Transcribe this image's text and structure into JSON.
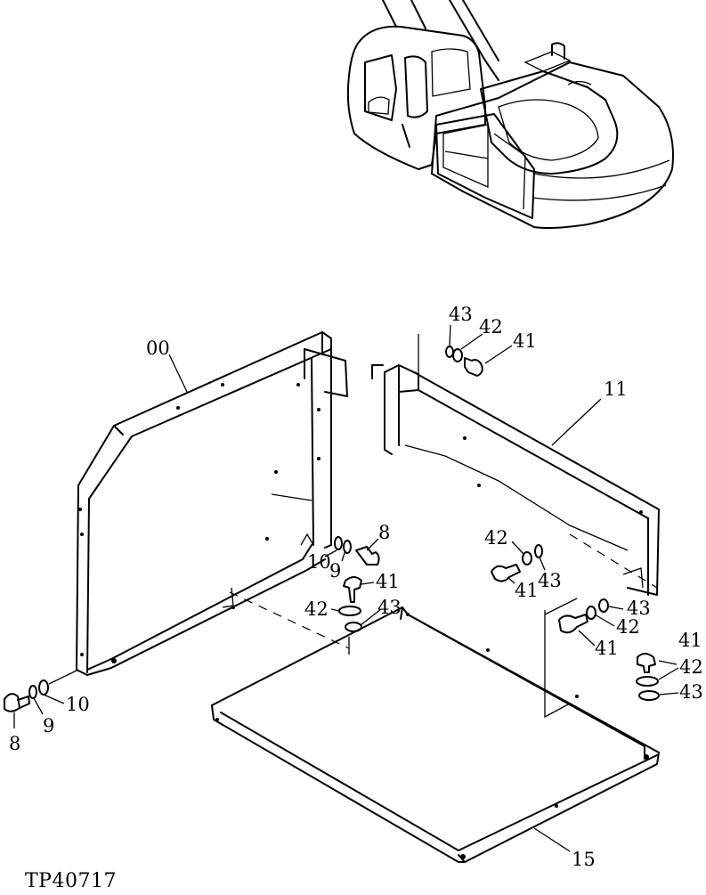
{
  "diagram": {
    "reference_code": "TP40717",
    "callouts": [
      {
        "id": "frame",
        "text": "00"
      },
      {
        "id": "side-panel",
        "text": "11"
      },
      {
        "id": "floor-plate",
        "text": "15"
      },
      {
        "id": "bolt-8-left",
        "text": "8"
      },
      {
        "id": "washer-9-left",
        "text": "9"
      },
      {
        "id": "washer-10-left",
        "text": "10"
      },
      {
        "id": "bolt-8-mid",
        "text": "8"
      },
      {
        "id": "washer-9-mid",
        "text": "9"
      },
      {
        "id": "washer-10-mid",
        "text": "10"
      },
      {
        "id": "washer-43-top",
        "text": "43"
      },
      {
        "id": "washer-42-top",
        "text": "42"
      },
      {
        "id": "bolt-41-top",
        "text": "41"
      },
      {
        "id": "bolt-41-center",
        "text": "41"
      },
      {
        "id": "washer-42-center",
        "text": "42"
      },
      {
        "id": "washer-43-center",
        "text": "43"
      },
      {
        "id": "washer-42-panel",
        "text": "42"
      },
      {
        "id": "washer-43-panel",
        "text": "43"
      },
      {
        "id": "bolt-41-panel",
        "text": "41"
      },
      {
        "id": "washer-43-right",
        "text": "43"
      },
      {
        "id": "washer-42-right",
        "text": "42"
      },
      {
        "id": "bolt-41-right",
        "text": "41"
      },
      {
        "id": "bolt-41-far",
        "text": "41"
      },
      {
        "id": "washer-42-far",
        "text": "42"
      },
      {
        "id": "washer-43-far",
        "text": "43"
      }
    ]
  }
}
